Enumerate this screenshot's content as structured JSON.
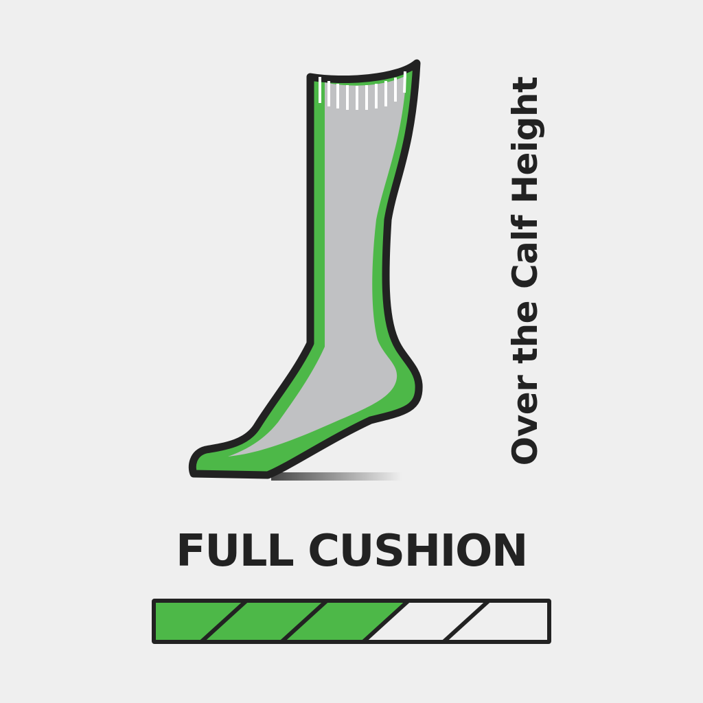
{
  "product": {
    "height_label": "Over the Calf Height",
    "cushion_label": "FULL CUSHION"
  },
  "cushion_meter": {
    "total_segments": 5,
    "filled_segments": 3
  },
  "colors": {
    "background": "#efefef",
    "accent_green": "#4db848",
    "sock_gray": "#c0c1c3",
    "outline": "#222222",
    "empty_segment": "#efefef"
  }
}
